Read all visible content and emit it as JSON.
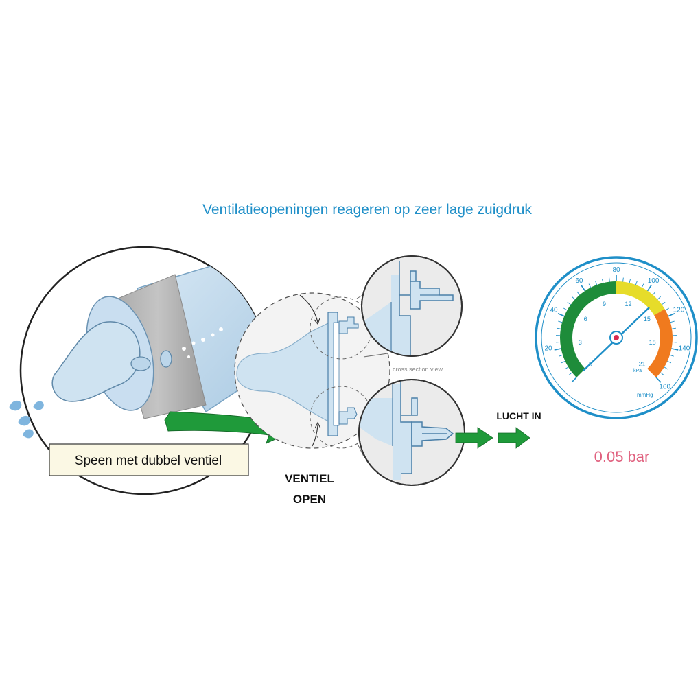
{
  "title": "Ventilatieopeningen reageren op zeer lage zuigdruk",
  "nipple_label": "Speen met dubbel ventiel",
  "valve_label_line1": "VENTIEL",
  "valve_label_line2": "OPEN",
  "cross_section_caption": "cross section view",
  "air_in_label": "LUCHT IN",
  "gauge": {
    "outer_scale_labels": [
      "20",
      "40",
      "60",
      "80",
      "100",
      "120",
      "140",
      "160"
    ],
    "inner_scale_labels": [
      "0",
      "3",
      "6",
      "9",
      "12",
      "15",
      "18",
      "21"
    ],
    "inner_unit": "kPa",
    "outer_unit": "mmHg",
    "reading": "0.05 bar"
  },
  "colors": {
    "title": "#1f8fc8",
    "gauge_ring": "#1f8fc8",
    "green_zone": "#1e8c3a",
    "yellow_zone": "#e6dc2a",
    "orange_zone": "#f07a1e",
    "reading": "#e0607e",
    "arrow_green": "#1f9a3a",
    "nipple_blue": "#cfe3f1",
    "outline_blue": "#4a7fa8"
  },
  "icons": [
    "water-drop-icon",
    "green-arrow-icon",
    "dashed-circle-icon",
    "pressure-gauge-icon"
  ]
}
